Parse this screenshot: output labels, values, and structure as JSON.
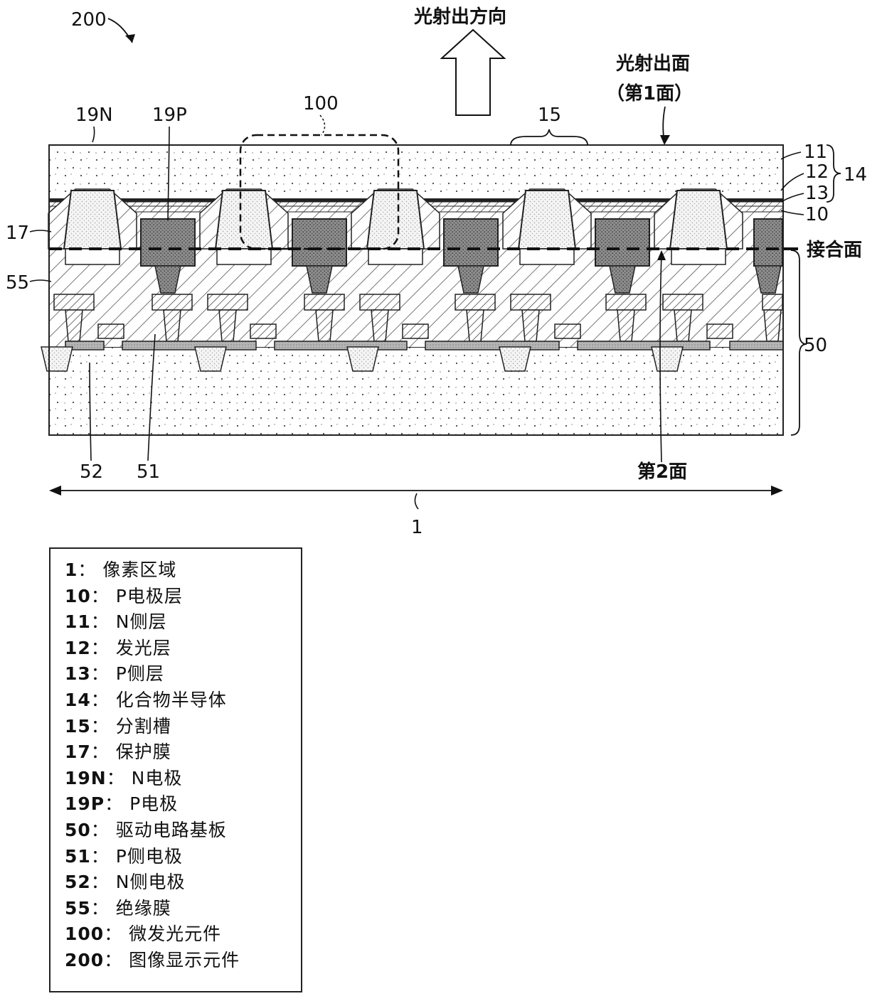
{
  "figure_label": "200",
  "light_direction_label": "光射出方向",
  "light_exit_surface": {
    "line1": "光射出面",
    "line2": "（第1面）"
  },
  "bonding_surface_label": "接合面",
  "second_surface_label": "第2面",
  "pixel_region_label": "1",
  "micro_element_label": "100",
  "trench_label": "15",
  "layer_labels": {
    "n_side": "11",
    "emitting": "12",
    "p_side": "13",
    "compound": "14",
    "p_electrode_layer": "10",
    "protective": "17",
    "insulating": "55",
    "substrate": "50",
    "n_electrode": "19N",
    "p_electrode": "19P",
    "n_side_electrode": "52",
    "p_side_electrode": "51"
  },
  "legend": [
    {
      "key": "1",
      "desc": "像素区域"
    },
    {
      "key": "10",
      "desc": "P电极层"
    },
    {
      "key": "11",
      "desc": "N侧层"
    },
    {
      "key": "12",
      "desc": "发光层"
    },
    {
      "key": "13",
      "desc": "P侧层"
    },
    {
      "key": "14",
      "desc": "化合物半导体"
    },
    {
      "key": "15",
      "desc": "分割槽"
    },
    {
      "key": "17",
      "desc": "保护膜"
    },
    {
      "key": "19N",
      "desc": "N电极"
    },
    {
      "key": "19P",
      "desc": "P电极"
    },
    {
      "key": "50",
      "desc": "驱动电路基板"
    },
    {
      "key": "51",
      "desc": "P侧电极"
    },
    {
      "key": "52",
      "desc": "N侧电极"
    },
    {
      "key": "55",
      "desc": "绝缘膜"
    },
    {
      "key": "100",
      "desc": "微发光元件"
    },
    {
      "key": "200",
      "desc": "图像显示元件"
    }
  ]
}
